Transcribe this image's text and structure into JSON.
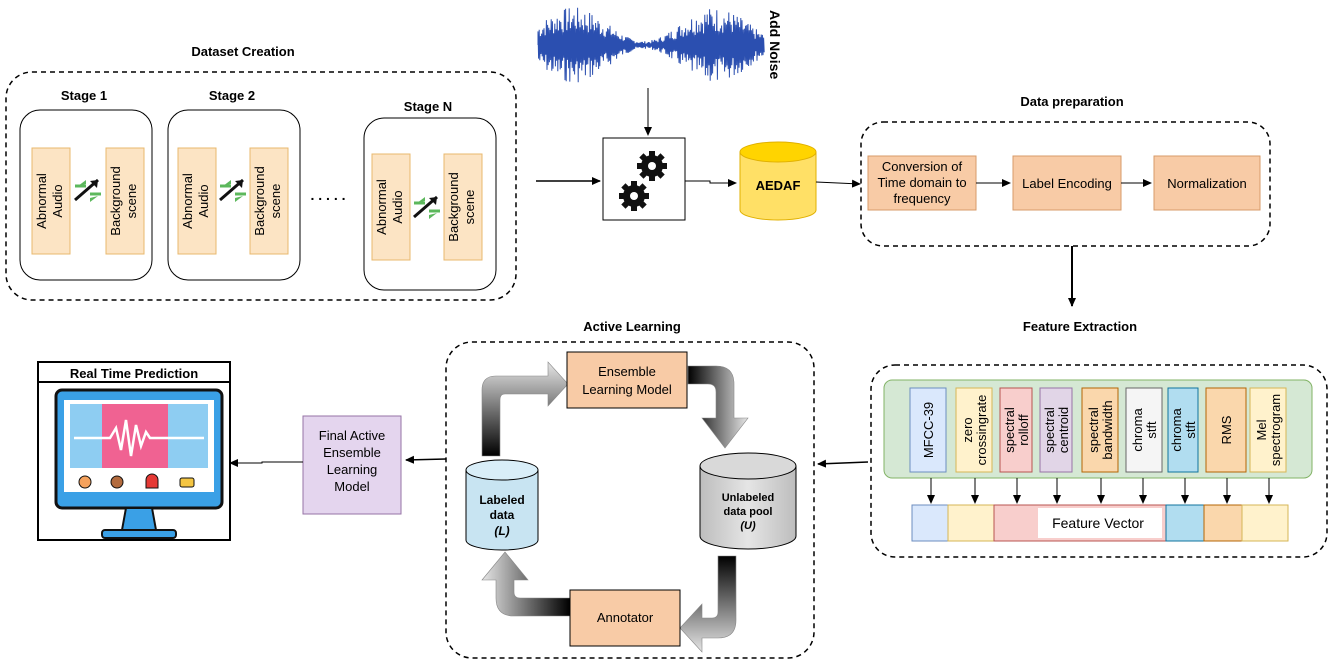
{
  "dataset_creation": {
    "title": "Dataset Creation",
    "stages": [
      {
        "label": "Stage 1",
        "left": "Abnormal Audio",
        "right": "Background scene"
      },
      {
        "label": "Stage 2",
        "left": "Abnormal Audio",
        "right": "Background scene"
      },
      {
        "label": "Stage N",
        "left": "Abnormal Audio",
        "right": "Background scene"
      }
    ],
    "ellipsis": ". . . . ."
  },
  "noise": {
    "label": "Add Noise",
    "icon": "waveform-icon"
  },
  "processor": {
    "icon": "gears-icon"
  },
  "database": {
    "label": "AEDAF"
  },
  "data_preparation": {
    "title": "Data preparation",
    "steps": [
      "Conversion of Time domain to frequency",
      "Label Encoding",
      "Normalization"
    ]
  },
  "feature_extraction": {
    "title": "Feature Extraction",
    "features": [
      "MFCC-39",
      "zero crossingrate",
      "spectral rolloff",
      "spectral centroid",
      "spectral bandwidth",
      "chroma stft",
      "chroma stft",
      "RMS",
      "Mel spectrogram"
    ],
    "vector_label": "Feature Vector"
  },
  "active_learning": {
    "title": "Active Learning",
    "model": "Ensemble Learning Model",
    "unlabeled": "Unlabeled data pool",
    "unlabeled_symbol": "(U)",
    "annotator": "Annotator",
    "labeled": "Labeled data",
    "labeled_symbol": "(L)"
  },
  "final_model": {
    "label": "Final Active Ensemble Learning Model"
  },
  "realtime": {
    "title": "Real Time Prediction",
    "icons": [
      "person-icon",
      "woman-icon",
      "siren-icon",
      "crash-icon"
    ]
  },
  "colors": {
    "orange": "#f8cba6",
    "purple": "#e4d5ee",
    "green": "#d5e8d4",
    "cyan": "#c8e4f2"
  }
}
